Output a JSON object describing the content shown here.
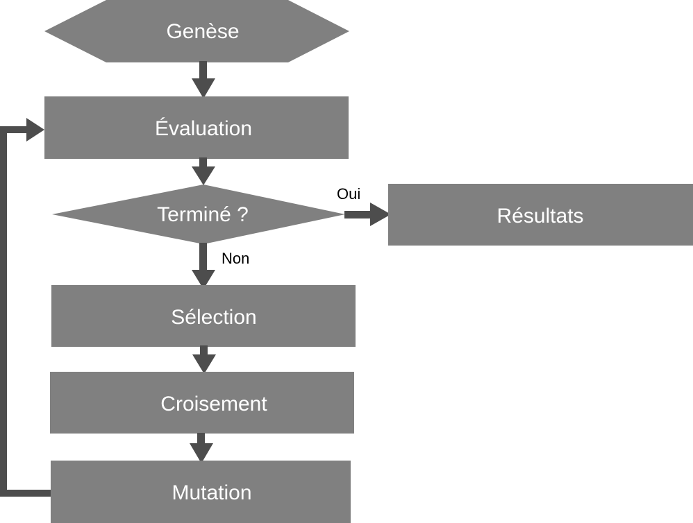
{
  "diagram": {
    "type": "flowchart",
    "nodes": [
      {
        "id": "genese",
        "label": "Genèse",
        "shape": "hexagon"
      },
      {
        "id": "evaluation",
        "label": "Évaluation",
        "shape": "rectangle"
      },
      {
        "id": "termine",
        "label": "Terminé ?",
        "shape": "diamond"
      },
      {
        "id": "resultats",
        "label": "Résultats",
        "shape": "rectangle"
      },
      {
        "id": "selection",
        "label": "Sélection",
        "shape": "rectangle"
      },
      {
        "id": "croisement",
        "label": "Croisement",
        "shape": "rectangle"
      },
      {
        "id": "mutation",
        "label": "Mutation",
        "shape": "rectangle"
      }
    ],
    "edges": [
      {
        "from": "genese",
        "to": "evaluation",
        "label": ""
      },
      {
        "from": "evaluation",
        "to": "termine",
        "label": ""
      },
      {
        "from": "termine",
        "to": "resultats",
        "label": "Oui"
      },
      {
        "from": "termine",
        "to": "selection",
        "label": "Non"
      },
      {
        "from": "selection",
        "to": "croisement",
        "label": ""
      },
      {
        "from": "croisement",
        "to": "mutation",
        "label": ""
      },
      {
        "from": "mutation",
        "to": "evaluation",
        "label": ""
      }
    ],
    "colors": {
      "node_fill": "#808080",
      "edge": "#4d4d4d",
      "node_text": "#ffffff",
      "edge_label_text": "#000000"
    }
  }
}
